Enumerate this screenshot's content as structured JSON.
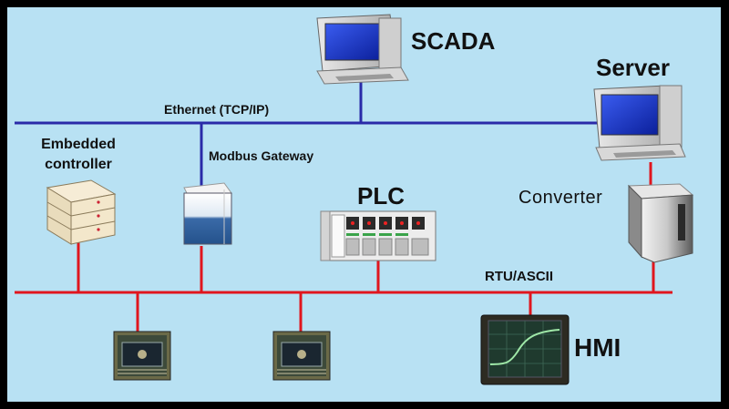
{
  "labels": {
    "scada": "SCADA",
    "server": "Server",
    "ethernet": "Ethernet (TCP/IP)",
    "embedded_controller": "Embedded controller",
    "modbus_gateway": "Modbus Gateway",
    "plc": "PLC",
    "converter": "Converter",
    "rtu_ascii": "RTU/ASCII",
    "hmi": "HMI"
  },
  "colors": {
    "background": "#b8e1f3",
    "ethernet_line": "#2a2aa8",
    "serial_line": "#e0161e"
  },
  "icons": [
    "computer-icon",
    "rack-controller-icon",
    "gateway-icon",
    "plc-icon",
    "tower-pc-icon",
    "circuit-board-icon",
    "oscilloscope-icon"
  ]
}
